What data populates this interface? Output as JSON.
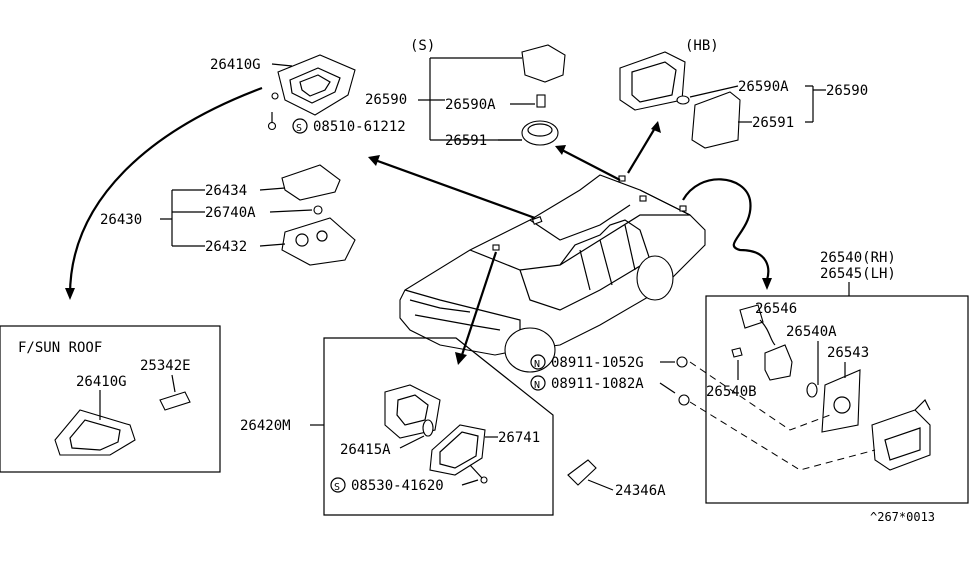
{
  "labels": {
    "p26410G_top": "26410G",
    "s08510": "08510-61212",
    "s_marker": "S",
    "n_marker": "N",
    "p26434": "26434",
    "p26740A": "26740A",
    "p26430": "26430",
    "p26432": "26432",
    "variant_s": "(S)",
    "p26590_left": "26590",
    "p26590A_left": "26590A",
    "p26591_left": "26591",
    "variant_hb": "(HB)",
    "p26590A_right": "26590A",
    "p26590_right": "26590",
    "p26591_right": "26591",
    "p26540": "26540(RH)",
    "p26545": "26545(LH)",
    "p26546": "26546",
    "p26540A": "26540A",
    "p26543": "26543",
    "p26540B": "26540B",
    "n08911_1052G": "08911-1052G",
    "n08911_1082A": "08911-1082A",
    "sunroof_title": "F/SUN ROOF",
    "p25342E": "25342E",
    "p26410G_box": "26410G",
    "p26420M": "26420M",
    "p26415A": "26415A",
    "p26741": "26741",
    "s08530": "08530-41620",
    "p24346A": "24346A",
    "ref_code": "^267*0013"
  }
}
